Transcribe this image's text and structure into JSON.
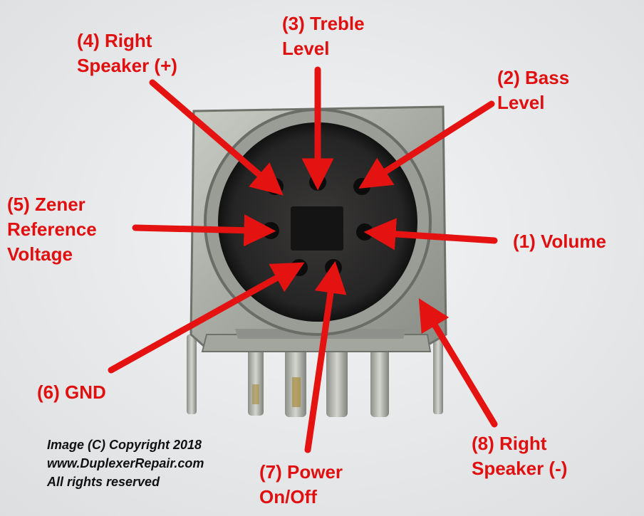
{
  "pins": [
    {
      "name": "pin-label-1",
      "lines": [
        "(1) Volume"
      ]
    },
    {
      "name": "pin-label-2",
      "lines": [
        "(2) Bass",
        "Level"
      ]
    },
    {
      "name": "pin-label-3",
      "lines": [
        "(3) Treble",
        "Level"
      ]
    },
    {
      "name": "pin-label-4",
      "lines": [
        "(4) Right",
        "Speaker (+)"
      ]
    },
    {
      "name": "pin-label-5",
      "lines": [
        "(5) Zener",
        "Reference",
        "Voltage"
      ]
    },
    {
      "name": "pin-label-6",
      "lines": [
        "(6) GND"
      ]
    },
    {
      "name": "pin-label-7",
      "lines": [
        "(7) Power",
        "On/Off"
      ]
    },
    {
      "name": "pin-label-8",
      "lines": [
        "(8) Right",
        "Speaker (-)"
      ]
    }
  ],
  "copyright": {
    "line1": "Image (C) Copyright 2018",
    "line2": "www.DuplexerRepair.com",
    "line3": "All rights reserved"
  },
  "colors": {
    "label": "#e01010",
    "arrow": "#e51212",
    "background": "#e9eaeb"
  }
}
